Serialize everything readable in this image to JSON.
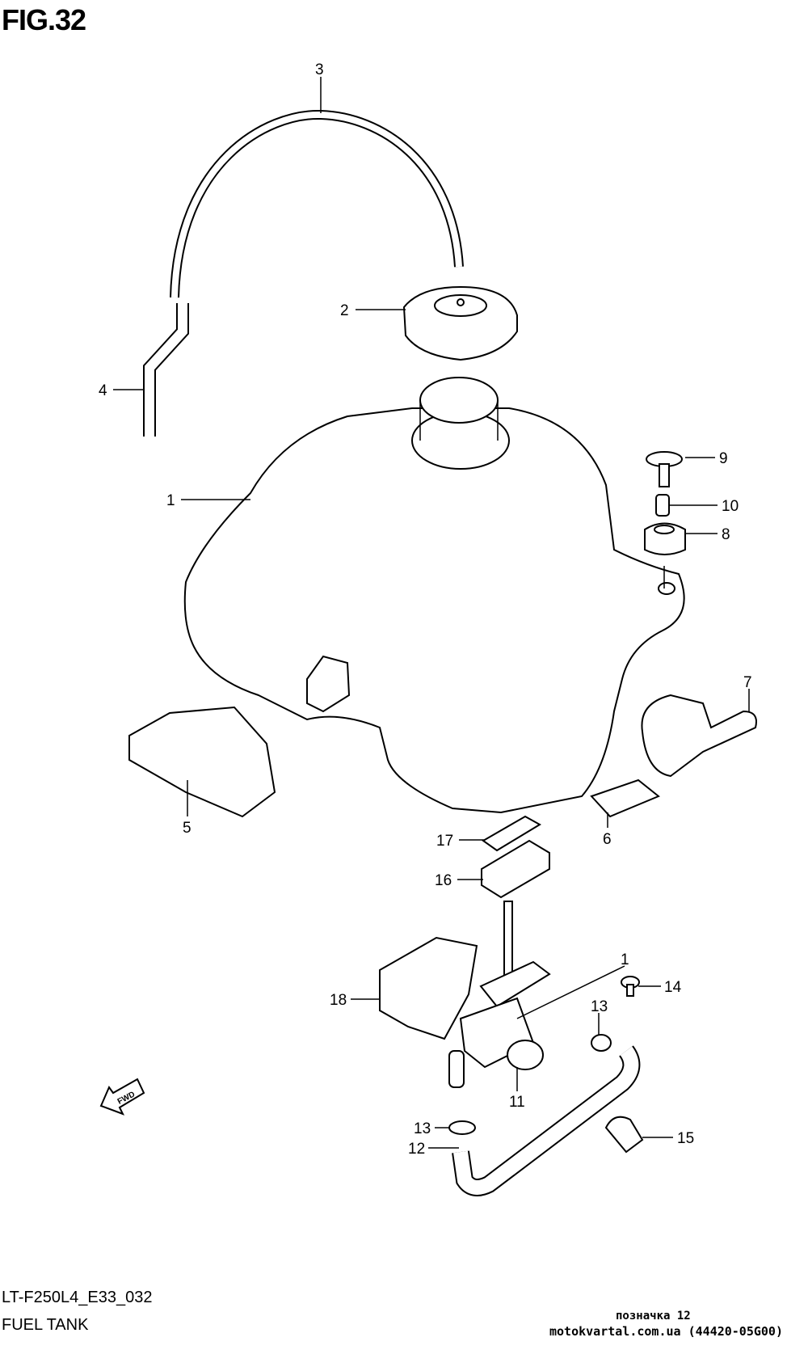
{
  "figure_title": "FIG.32",
  "model_code": "LT-F250L4_E33_032",
  "section_name": "FUEL TANK",
  "watermark": {
    "line1": "позначка 12",
    "line2": "motokvartal.com.ua (44420-05G00)"
  },
  "fwd_label": "FWD",
  "callouts": {
    "c1": "1",
    "c2": "2",
    "c3": "3",
    "c4": "4",
    "c5": "5",
    "c6": "6",
    "c7": "7",
    "c8": "8",
    "c9": "9",
    "c10": "10",
    "c11": "11",
    "c12": "12",
    "c13a": "13",
    "c13b": "13",
    "c14": "14",
    "c15": "15",
    "c16": "16",
    "c17": "17",
    "c18": "18",
    "c1b": "1"
  }
}
